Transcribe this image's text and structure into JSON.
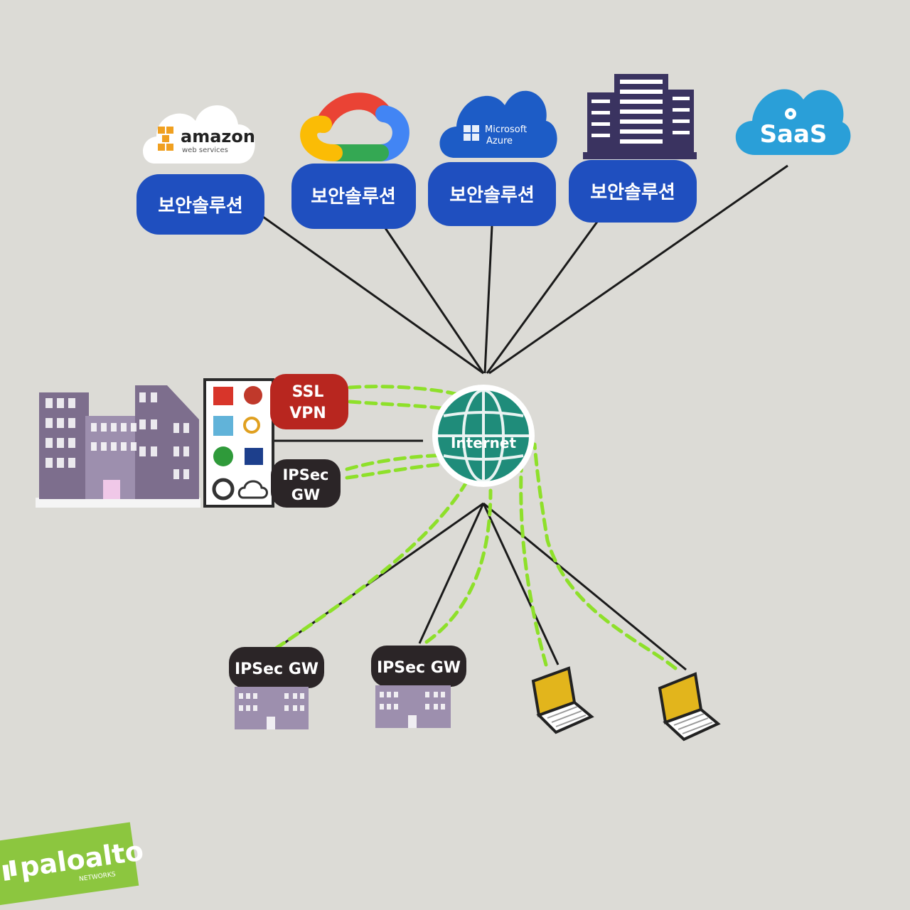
{
  "clouds": {
    "aws": {
      "name": "amazon",
      "sub": "web services",
      "label": "보안솔루션"
    },
    "gcp": {
      "label": "보안솔루션"
    },
    "azure": {
      "name": "Microsoft",
      "sub": "Azure",
      "label": "보안솔루션"
    },
    "datacenter": {
      "label": "보안솔루션"
    },
    "saas": {
      "name": "SaaS"
    }
  },
  "hq": {
    "ssl_vpn": {
      "line1": "SSL",
      "line2": "VPN"
    },
    "ipsec_gw": {
      "line1": "IPSec",
      "line2": "GW"
    }
  },
  "internet": {
    "label": "Internet"
  },
  "branches": [
    {
      "label": "IPSec GW"
    },
    {
      "label": "IPSec GW"
    }
  ],
  "logo": {
    "brand": "paloalto",
    "sub": "NETWORKS"
  },
  "colors": {
    "background": "#dcdbd6",
    "pill_blue": "#1f4fbf",
    "ssl_red": "#b8261f",
    "ipsec_dark": "#2b2527",
    "globe_teal": "#1f8c7a",
    "tunnel_green": "#8ee02a",
    "building_purple": "#8a7a98",
    "laptop_yellow": "#e2b51c",
    "logo_green": "#8cc63f",
    "saas_blue": "#2a9fd8",
    "azure_blue": "#1d5cc6"
  }
}
